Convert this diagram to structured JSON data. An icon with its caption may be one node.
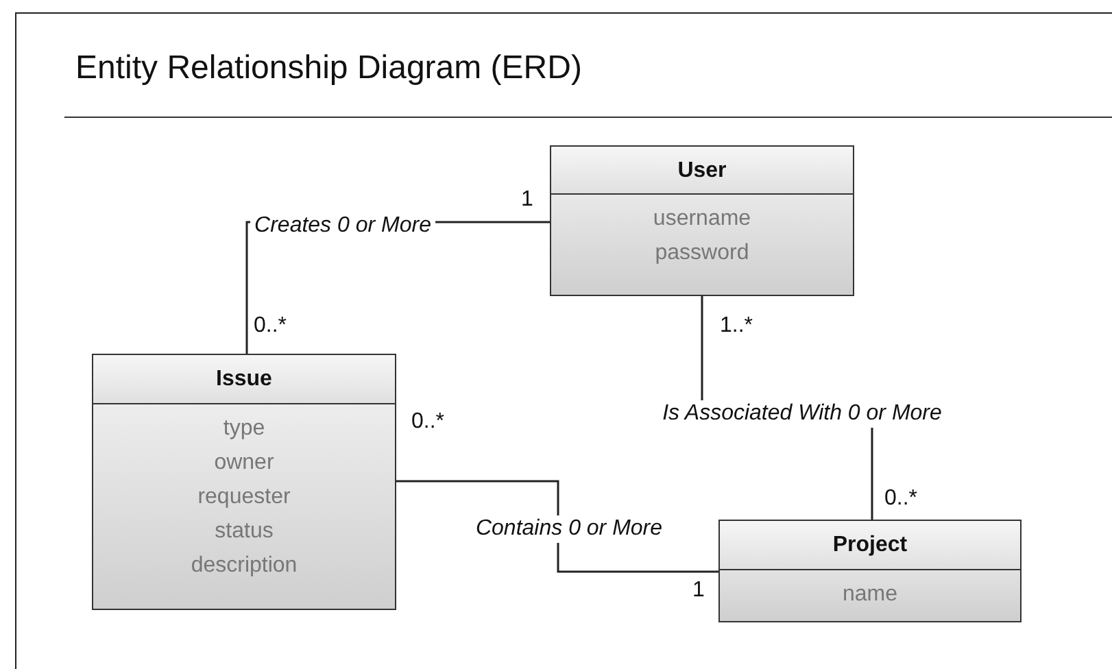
{
  "diagram": {
    "title": "Entity Relationship Diagram (ERD)",
    "nodes": [
      {
        "text": [
          "User",
          "username",
          "password"
        ]
      },
      {
        "text": [
          "Issue",
          "type",
          "owner",
          "requester",
          "status",
          "description"
        ]
      },
      {
        "text": [
          "Project",
          "name"
        ]
      }
    ],
    "edges": [
      {
        "from": 0,
        "to": 1,
        "arrow": "none",
        "label": "Creates 0 or More"
      },
      {
        "from": 0,
        "to": 2,
        "arrow": "none",
        "label": "Is Associated With 0 or More"
      },
      {
        "from": 1,
        "to": 2,
        "arrow": "none",
        "label": "Contains 0 or More"
      }
    ],
    "labels": [
      "1",
      "0..*",
      "1..*",
      "0..*",
      "0..*",
      "1"
    ]
  }
}
